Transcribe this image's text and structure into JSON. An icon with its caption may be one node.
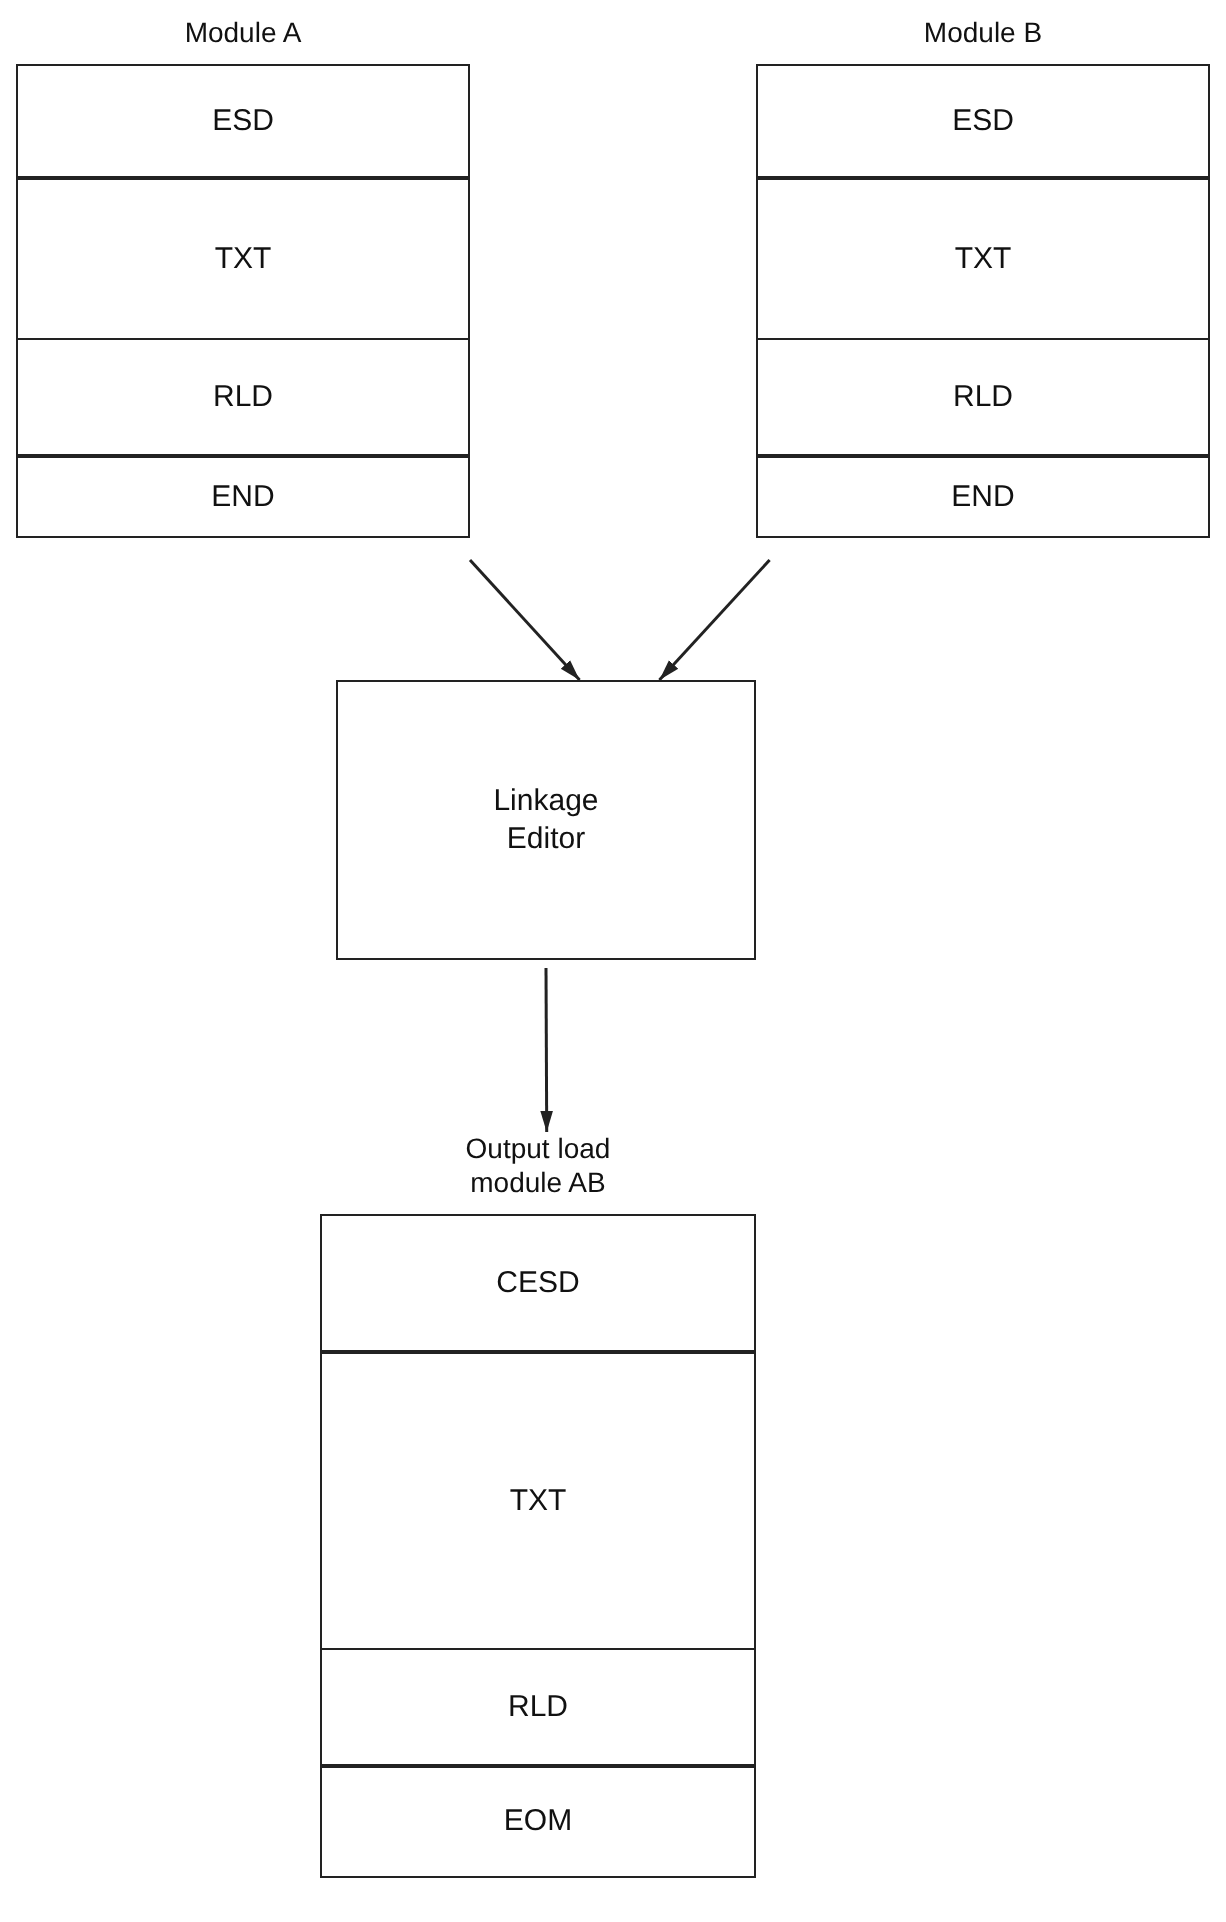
{
  "diagram": {
    "nodes": [
      {
        "text": [
          "Module A"
        ]
      },
      {
        "text": [
          "ESD"
        ],
        "in": 0
      },
      {
        "text": [
          "TXT"
        ],
        "in": 0
      },
      {
        "text": [
          "RLD"
        ],
        "in": 0
      },
      {
        "text": [
          "END"
        ],
        "in": 0
      },
      {
        "text": [
          "Module B"
        ]
      },
      {
        "text": [
          "ESD"
        ],
        "in": 5
      },
      {
        "text": [
          "TXT"
        ],
        "in": 5
      },
      {
        "text": [
          "RLD"
        ],
        "in": 5
      },
      {
        "text": [
          "END"
        ],
        "in": 5
      },
      {
        "text": [
          "Linkage Editor"
        ]
      },
      {
        "text": [
          "Output load module AB"
        ]
      },
      {
        "text": [
          "CESD"
        ],
        "in": 11
      },
      {
        "text": [
          "TXT"
        ],
        "in": 11
      },
      {
        "text": [
          "RLD"
        ],
        "in": 11
      },
      {
        "text": [
          "EOM"
        ],
        "in": 11
      }
    ],
    "edges": [
      {
        "from": 0,
        "to": 10,
        "arrow": "to"
      },
      {
        "from": 5,
        "to": 10,
        "arrow": "to"
      },
      {
        "from": 10,
        "to": 11,
        "arrow": "to"
      }
    ]
  }
}
